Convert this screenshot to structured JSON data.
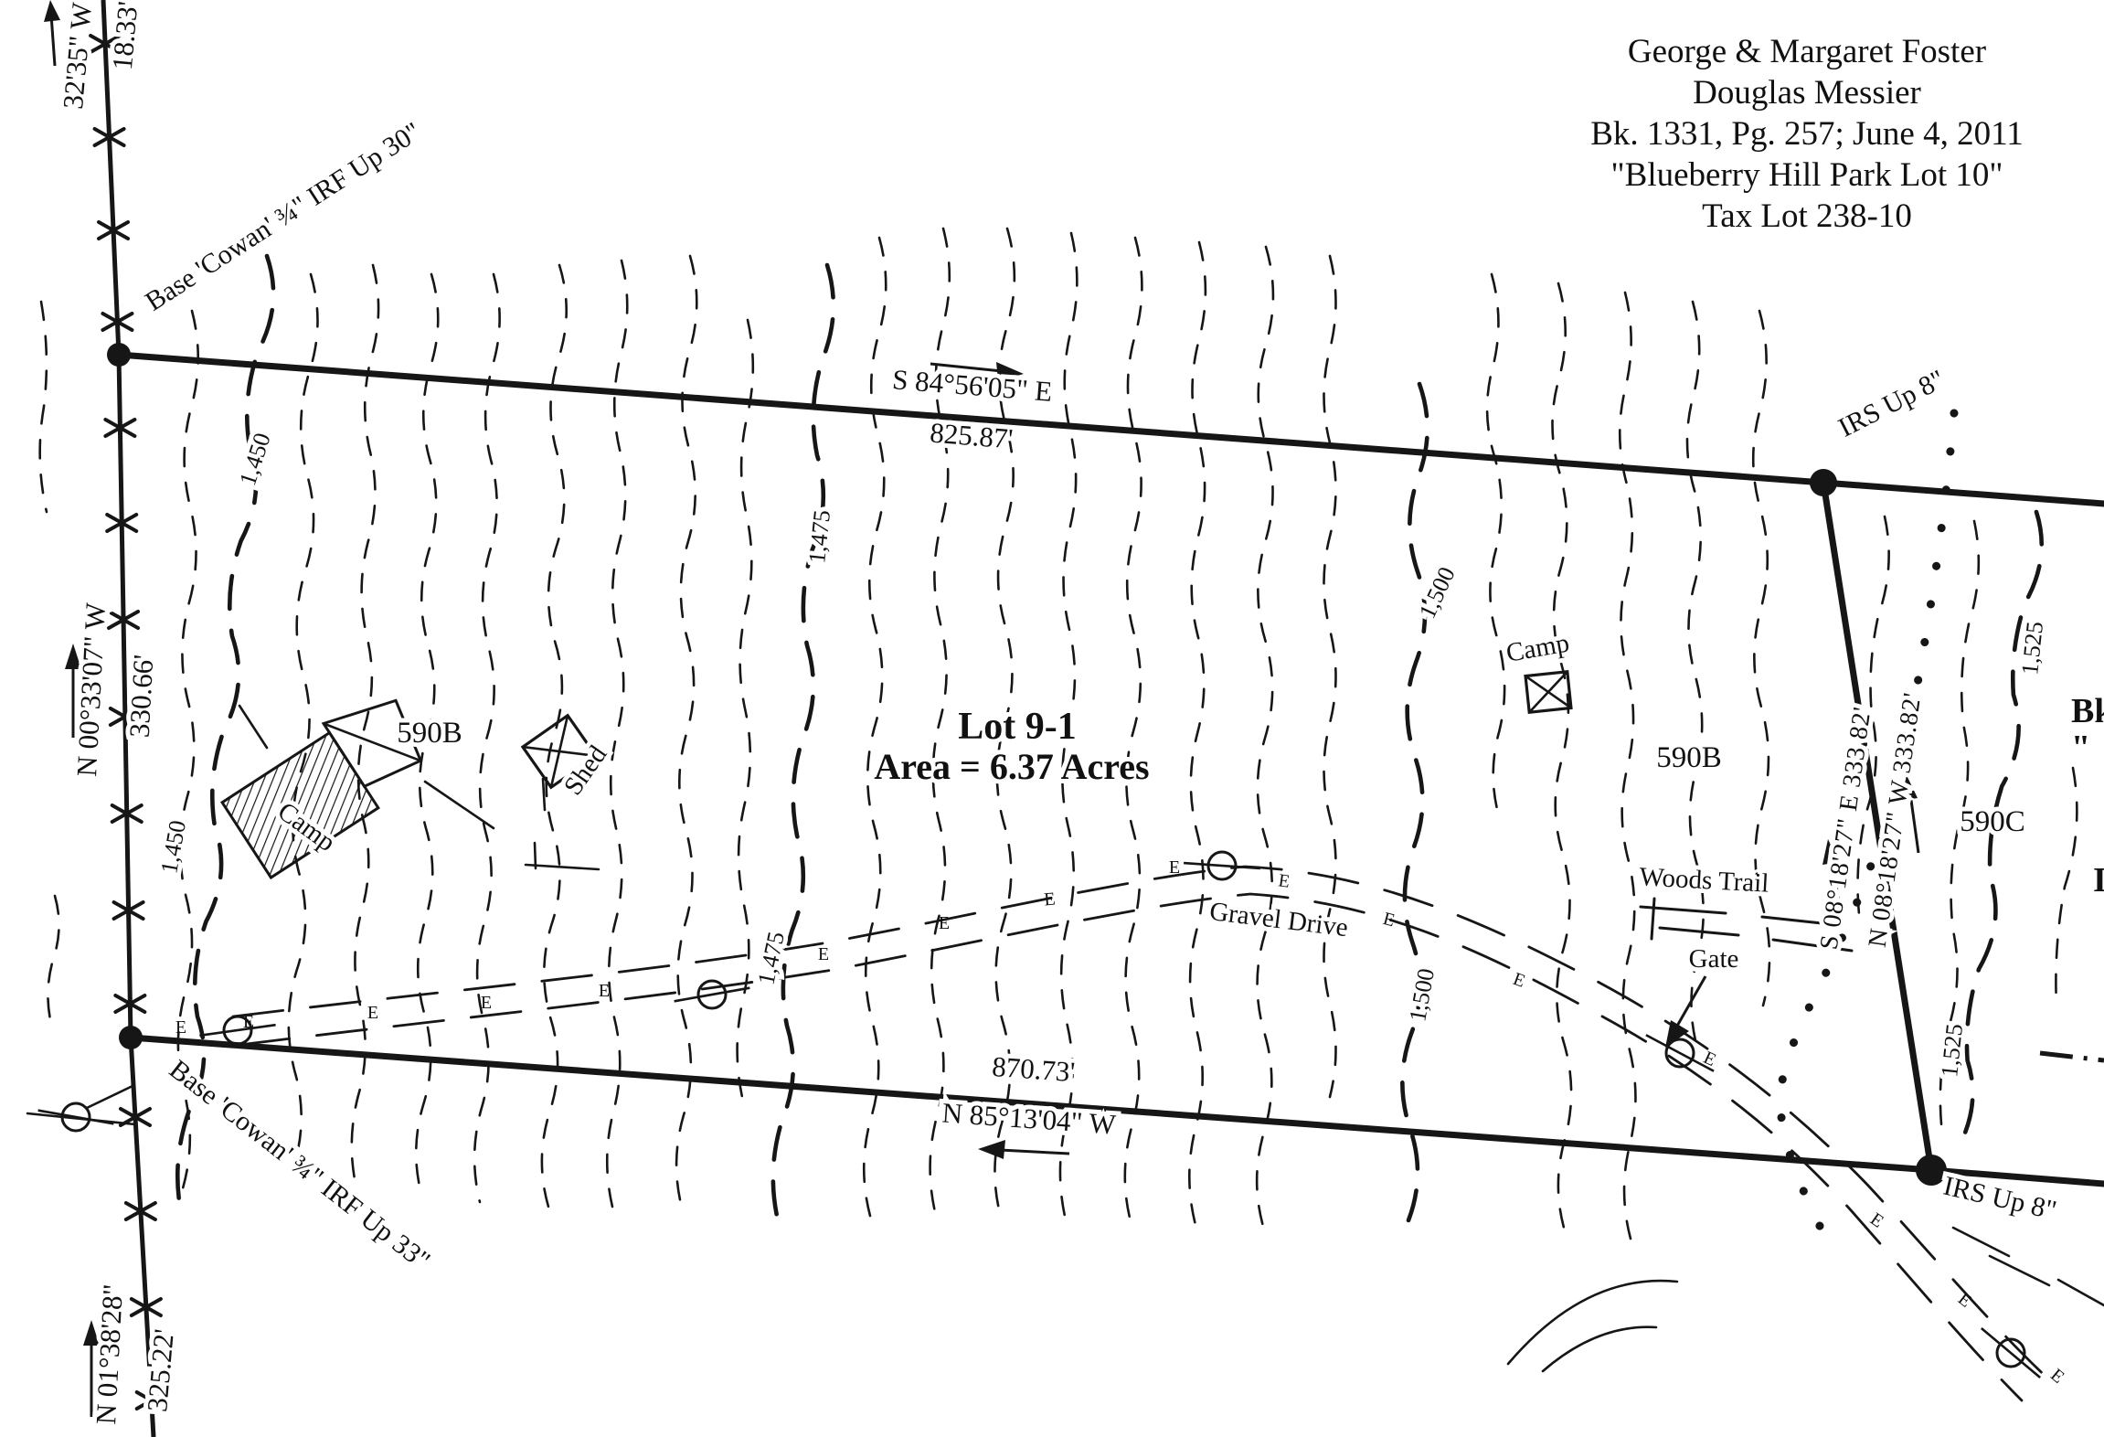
{
  "page": {
    "background": "#ffffff",
    "ink": "#161616"
  },
  "title_block": {
    "lines": [
      "George & Margaret Foster",
      "Douglas Messier",
      "Bk. 1331, Pg. 257; June 4, 2011",
      "\"Blueberry Hill Park Lot 10\"",
      "Tax Lot 238-10"
    ]
  },
  "lot": {
    "name": "Lot 9-1",
    "area_label": "Area = 6.37 Acres"
  },
  "bearings": {
    "north_bearing": "S 84°56'05\" E",
    "north_distance": "825.87'",
    "south_distance": "870.73'",
    "south_bearing": "N 85°13'04\" W",
    "west_bearing": "N 00°33'07\" W",
    "west_distance": "330.66'",
    "west_extension_north_distance": "18.33'",
    "west_extension_north_bearing_partial": "32'35\" W",
    "west_extension_south_distance": "325.22'",
    "west_extension_south_bearing": "N 01°38'28\"",
    "east_bearing_west_side": "S 08°18'27\" E 333.82'",
    "east_bearing_east_side": "N 08°18'27\" W 333.82'"
  },
  "monuments": {
    "northwest": "Base 'Cowan' ¾\" IRF Up 30\"",
    "southwest": "Base 'Cowan' ¾\" IRF Up 33\"",
    "northeast": "IRS Up 8\"",
    "southeast": "IRS Up 8\""
  },
  "features": {
    "camp_left": "Camp",
    "shed": "Shed",
    "camp_right": "Camp",
    "gravel_drive": "Gravel Drive",
    "woods_trail": "Woods Trail",
    "gate": "Gate",
    "soil_left": "590B",
    "soil_right": "590B",
    "soil_far_right": "590C",
    "utility_marker": "E"
  },
  "contours": {
    "c1450": "1,450",
    "c1475": "1,475",
    "c1500": "1,500",
    "c1525": "1,525"
  },
  "edge_partials": {
    "bk": "Bk",
    "quote": "\"",
    "letter": "I"
  }
}
